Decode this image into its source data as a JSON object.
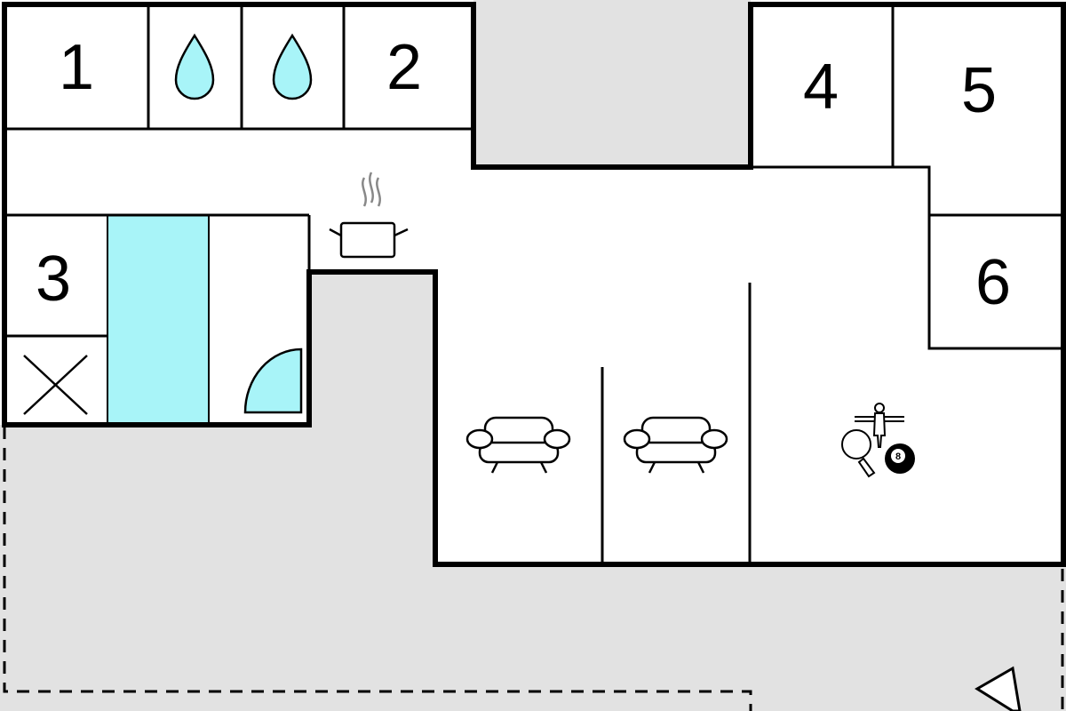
{
  "floor_plan": {
    "rooms": [
      {
        "id": "room-1",
        "label": "1"
      },
      {
        "id": "room-2",
        "label": "2"
      },
      {
        "id": "room-3",
        "label": "3"
      },
      {
        "id": "room-4",
        "label": "4"
      },
      {
        "id": "room-5",
        "label": "5"
      },
      {
        "id": "room-6",
        "label": "6"
      }
    ],
    "billiard_ball_label": "8",
    "icons": [
      "water-drop-icon",
      "water-drop-icon",
      "cooking-pot-icon",
      "sofa-icon",
      "sofa-icon",
      "table-tennis-icon",
      "foosball-icon",
      "billiard-ball-icon",
      "shower-icon",
      "closed-x-icon",
      "viewpoint-icon"
    ],
    "colors": {
      "wall": "#000000",
      "outdoor": "#e2e2e2",
      "water": "#a8f4f8",
      "floor": "#ffffff"
    }
  }
}
